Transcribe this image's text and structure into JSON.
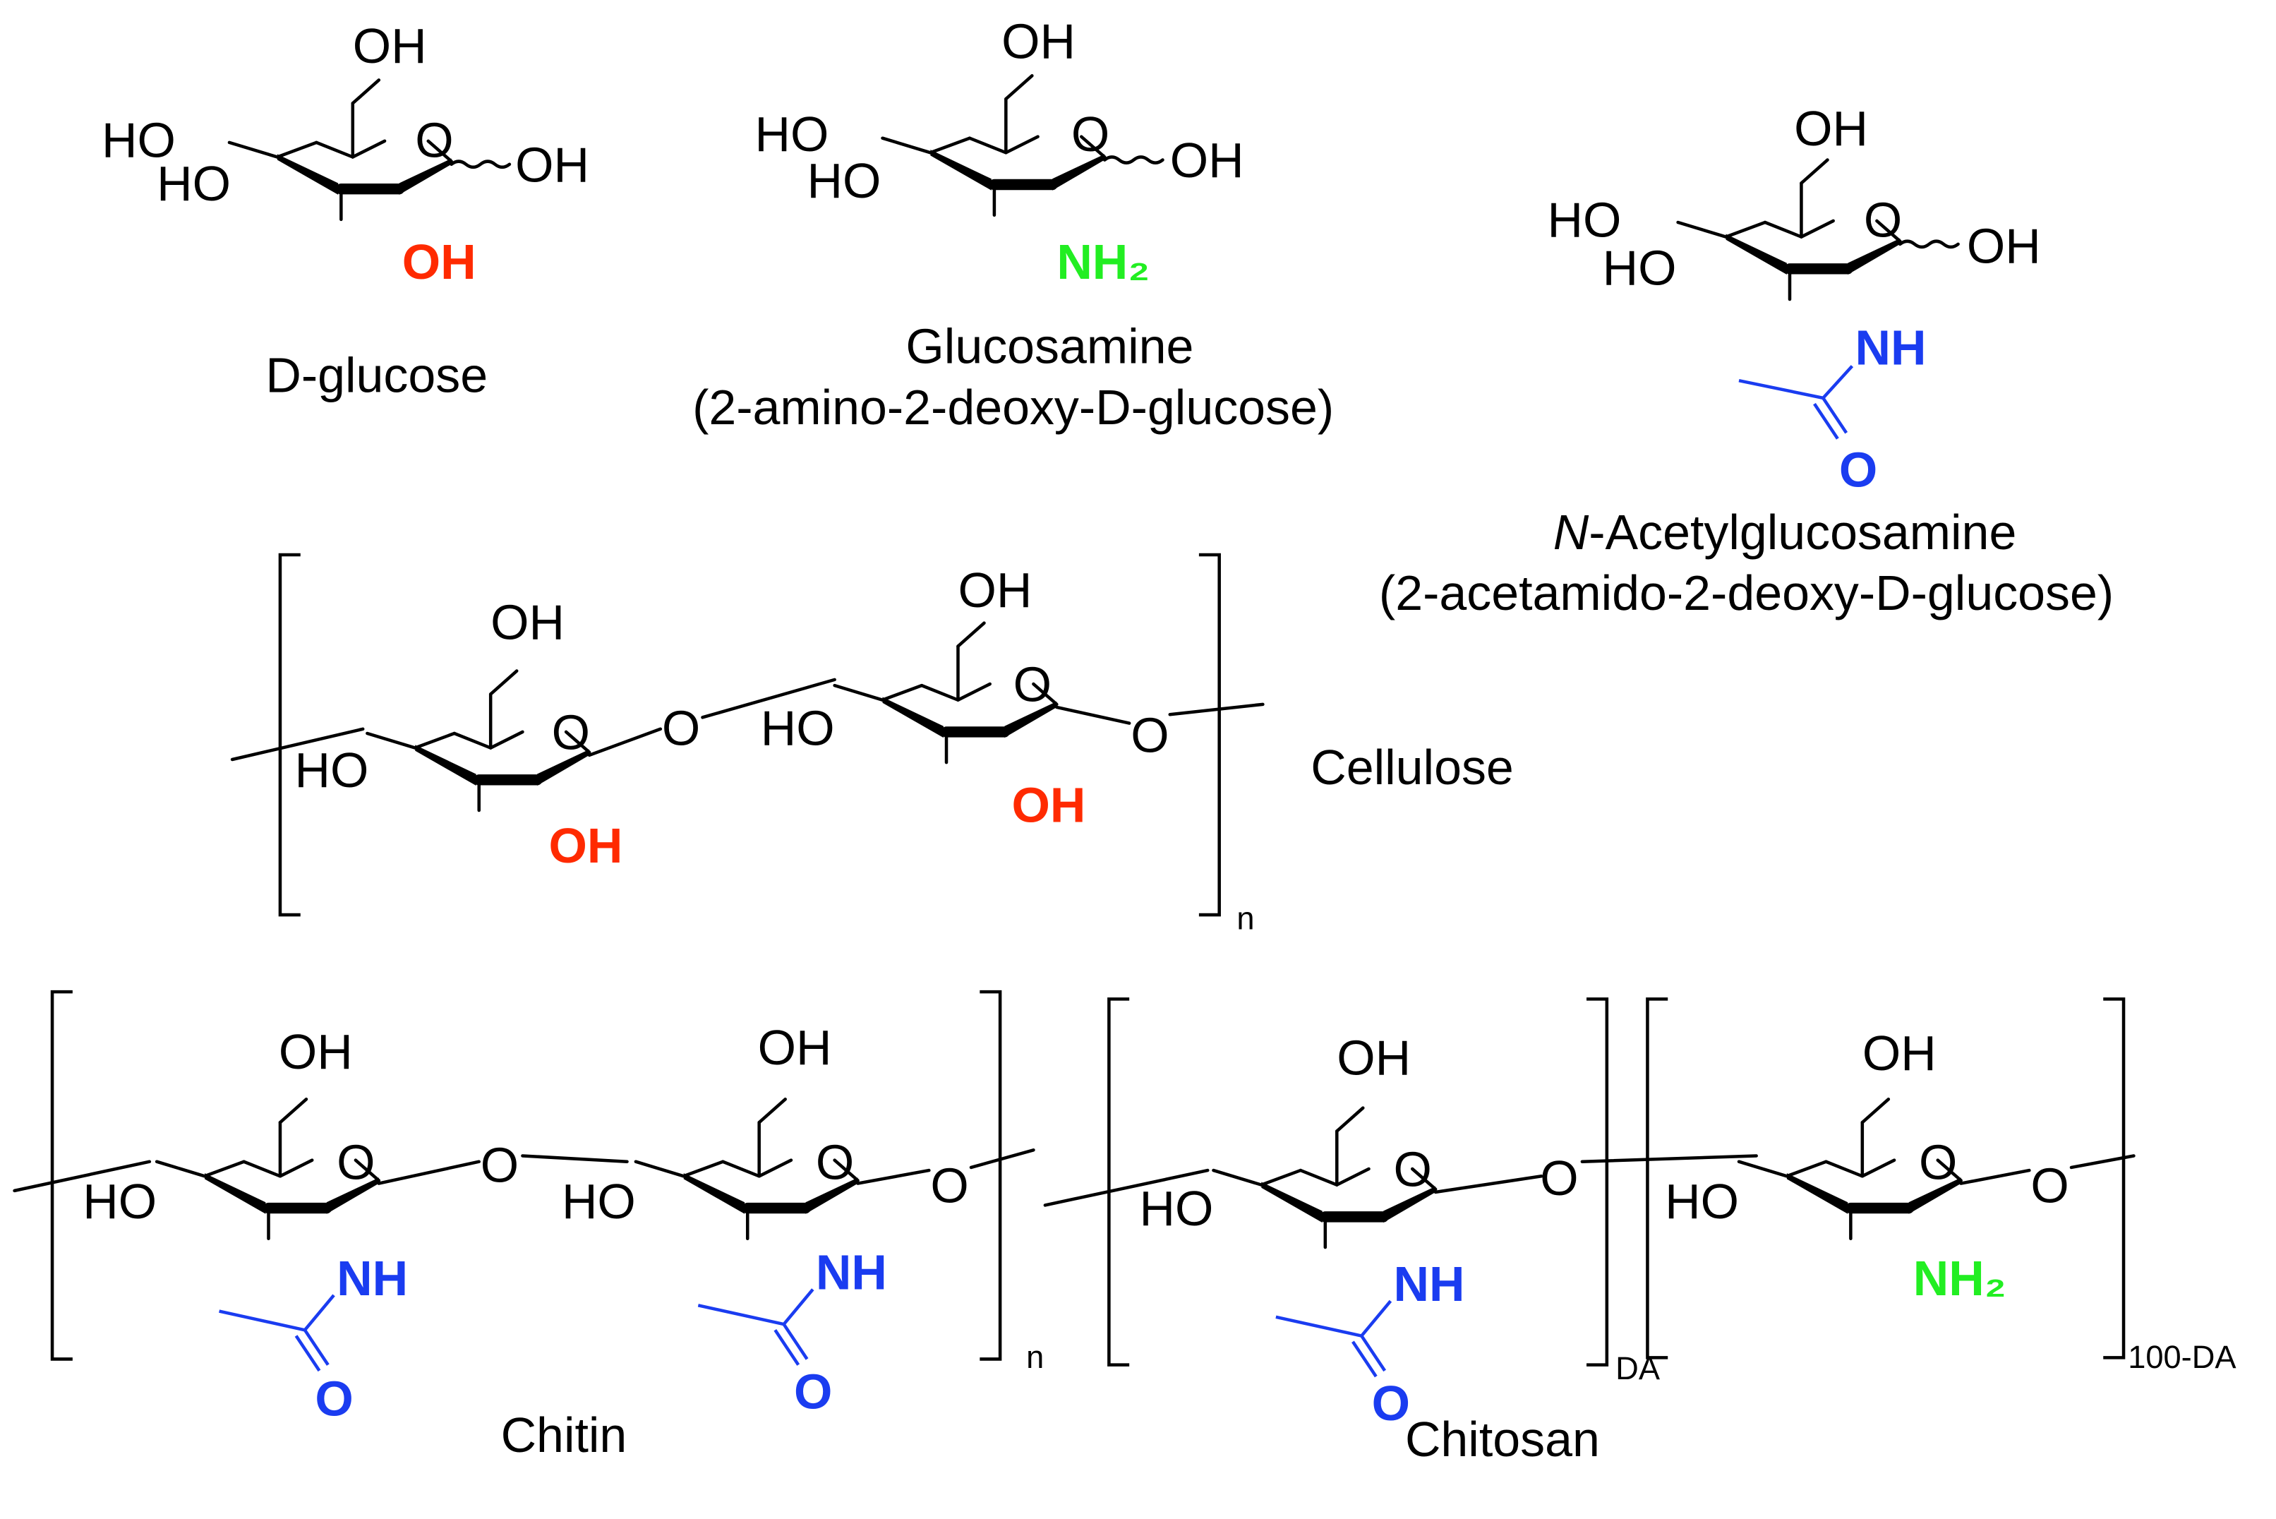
{
  "atoms": {
    "oh": "OH",
    "ho": "HO",
    "ring_o": "O",
    "link_o": "O",
    "nh": "NH",
    "nh2": "NH₂",
    "carbonyl_o": "O"
  },
  "colors": {
    "hydroxyl": "#ff2a00",
    "amine": "#22ee22",
    "acetamido": "#1a3cf0"
  },
  "labels": {
    "glucose": "D-glucose",
    "glucosamine_name": "Glucosamine",
    "glucosamine_iupac": "(2-amino-2-deoxy-D-glucose)",
    "nag_name_prefix": "N",
    "nag_name_rest": "-Acetylglucosamine",
    "nag_iupac": "(2-acetamido-2-deoxy-D-glucose)",
    "cellulose": "Cellulose",
    "chitin": "Chitin",
    "chitosan": "Chitosan"
  },
  "subscripts": {
    "cellulose_repeat": "n",
    "chitin_repeat": "n",
    "chitosan_acetylated": "DA",
    "chitosan_deacetylated": "100-DA"
  }
}
